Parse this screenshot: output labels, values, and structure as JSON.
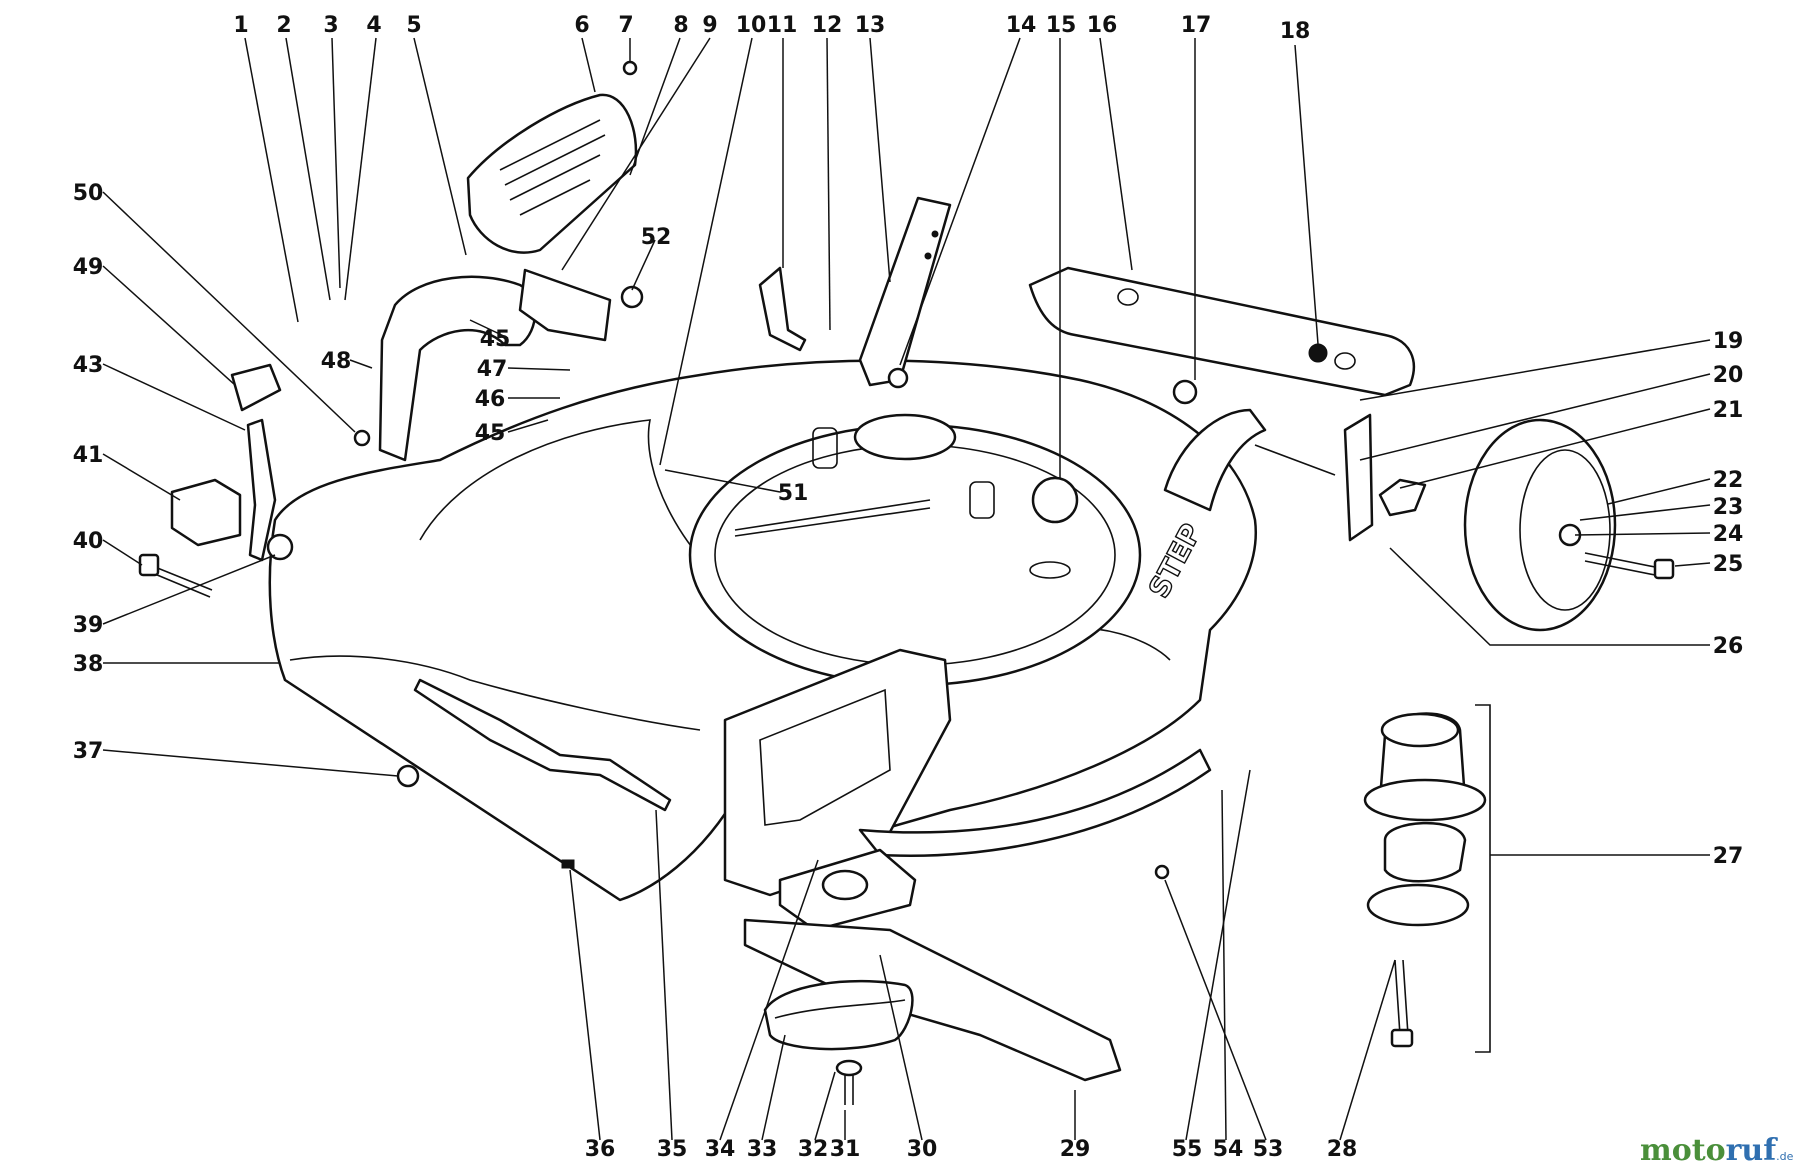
{
  "labels": [
    "1",
    "2",
    "3",
    "4",
    "5",
    "6",
    "7",
    "8",
    "9",
    "10",
    "11",
    "12",
    "13",
    "14",
    "15",
    "16",
    "17",
    "18",
    "19",
    "20",
    "21",
    "22",
    "23",
    "24",
    "25",
    "26",
    "27",
    "28",
    "29",
    "30",
    "31",
    "32",
    "33",
    "34",
    "35",
    "36",
    "37",
    "38",
    "39",
    "40",
    "41",
    "43",
    "45",
    "46",
    "47",
    "48",
    "49",
    "50",
    "51",
    "52",
    "53",
    "54",
    "55"
  ],
  "decal_text": "STEP",
  "watermark": {
    "main_a": "moto",
    "main_b": "ruf",
    "suffix": ".de"
  }
}
